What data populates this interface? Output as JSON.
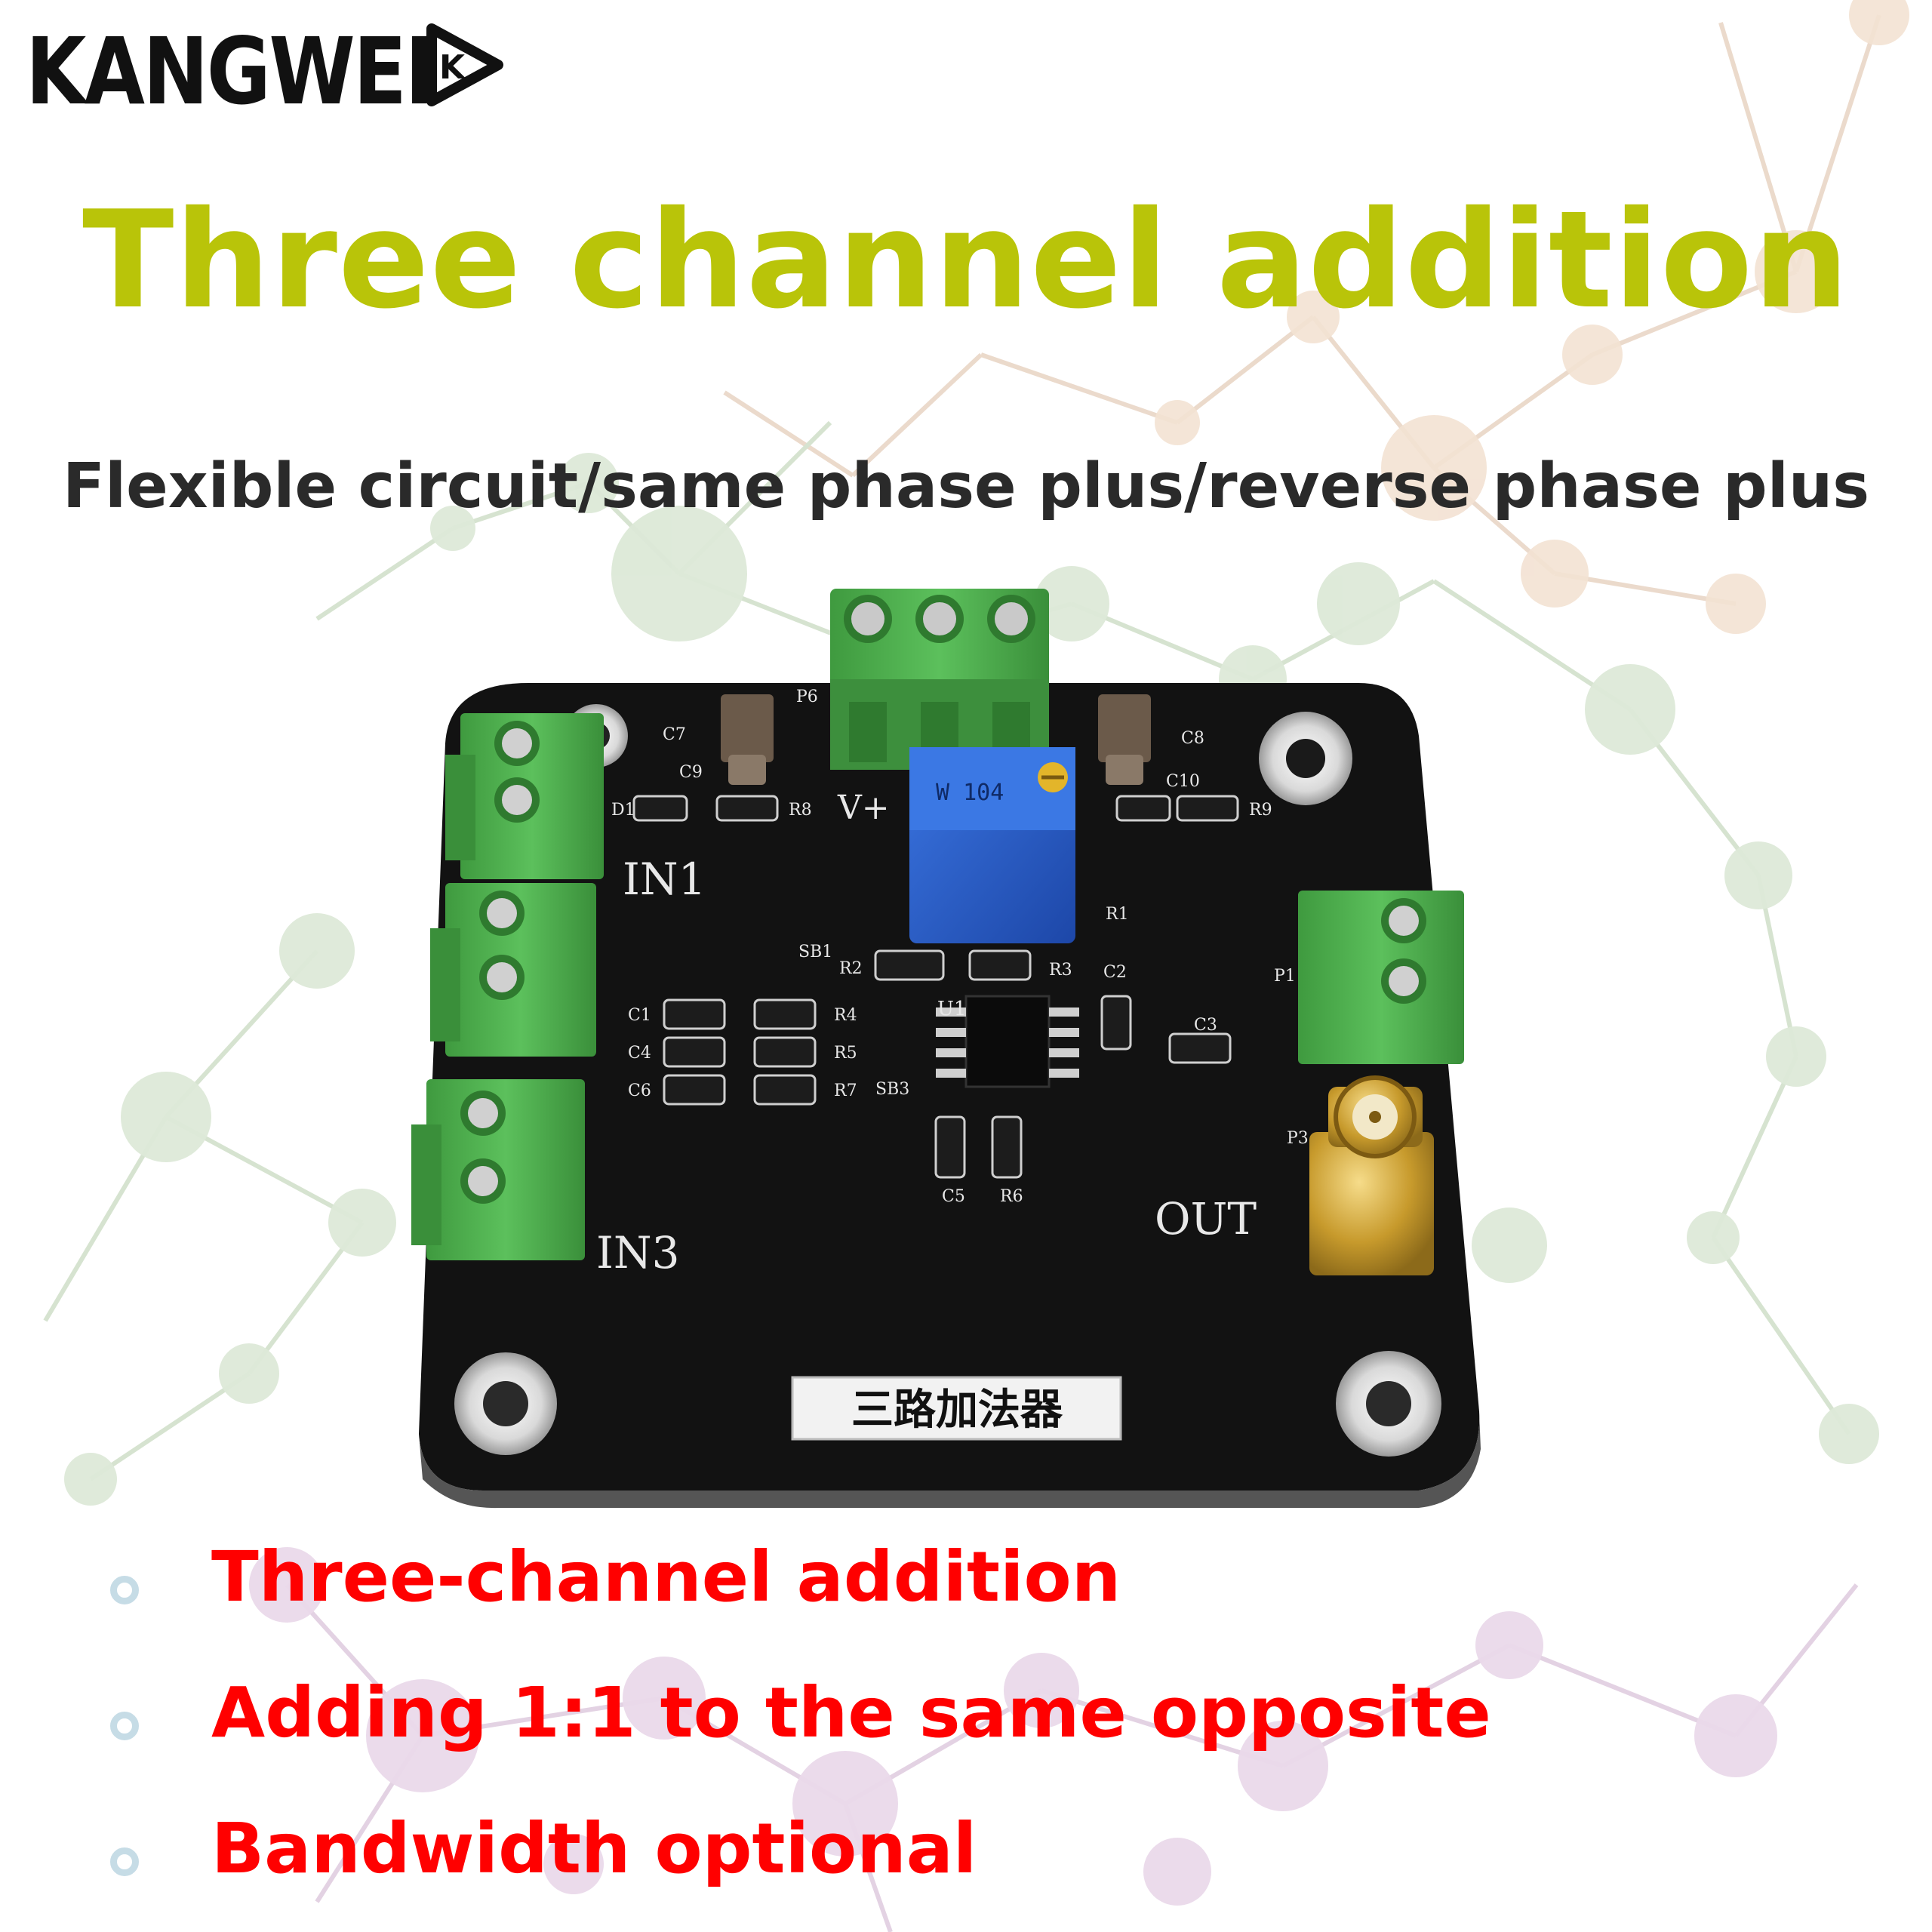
{
  "brand": {
    "name": "KANGWEI",
    "mark": "K"
  },
  "headline": "Three channel addition",
  "subheadline": "Flexible circuit/same phase plus/reverse phase plus",
  "board": {
    "silk_labels": {
      "in1": "IN1",
      "in3": "IN3",
      "vplus": "V+",
      "out": "OUT",
      "r1": "R1",
      "r2": "R2",
      "r3": "R3",
      "r4": "R4",
      "r5": "R5",
      "r6": "R6",
      "r7": "R7",
      "r8": "R8",
      "r9": "R9",
      "c1": "C1",
      "c2": "C2",
      "c3": "C3",
      "c4": "C4",
      "c5": "C5",
      "c6": "C6",
      "c7": "C7",
      "c8": "C8",
      "c9": "C9",
      "c10": "C10",
      "d1": "D1",
      "p1": "P1",
      "p3": "P3",
      "p6": "P6",
      "u1": "U1",
      "sb1": "SB1",
      "sb3": "SB3",
      "pot_code": "W 104",
      "chinese_title": "三路加法器"
    },
    "colors": {
      "pcb": "#121212",
      "terminal": "#4cae4c",
      "pot": "#2456c4",
      "sma": "#c9a23a",
      "silk": "#e8e8e8"
    }
  },
  "features": [
    {
      "text": "Three-channel addition"
    },
    {
      "text": "Adding 1:1 to the same opposite"
    },
    {
      "text": "Bandwidth optional"
    }
  ],
  "colors": {
    "headline": "#b9c409",
    "subline": "#2a2a2a",
    "feature": "#ff0000",
    "bullet": "#c6dce6"
  }
}
